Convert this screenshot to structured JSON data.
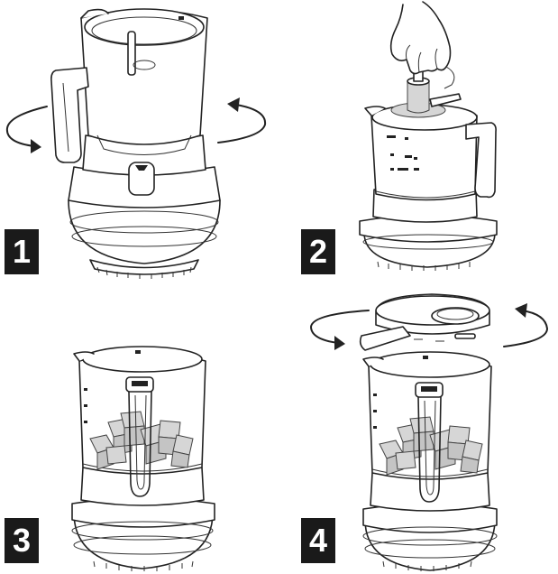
{
  "steps": [
    {
      "number": "1",
      "icons": [
        "rotate-arrow-left-icon",
        "rotate-arrow-right-icon"
      ]
    },
    {
      "number": "2",
      "icons": [
        "hand-icon",
        "blade-icon"
      ]
    },
    {
      "number": "3",
      "icons": [
        "ice-cubes-icon"
      ]
    },
    {
      "number": "4",
      "icons": [
        "rotate-arrow-left-icon",
        "rotate-arrow-right-icon",
        "lid-icon",
        "ice-cubes-icon"
      ]
    }
  ]
}
